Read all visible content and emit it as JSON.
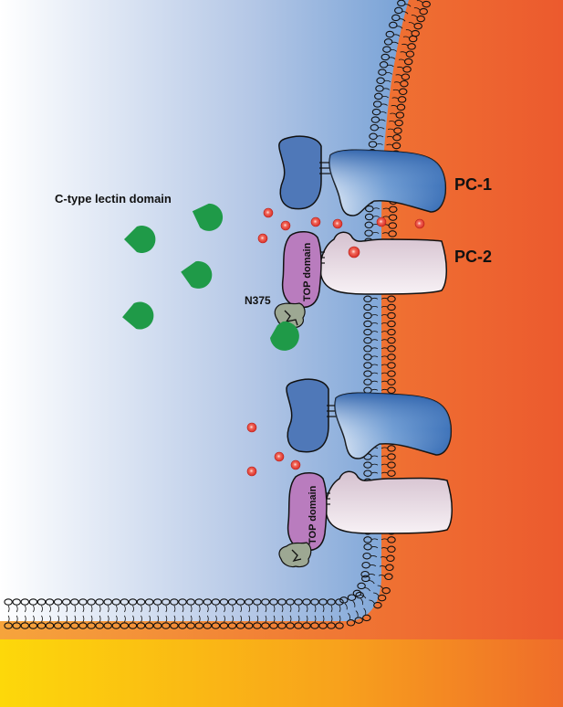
{
  "labels": {
    "lectin": "C-type lectin domain",
    "pc1": "PC-1",
    "pc2": "PC-2",
    "n375": "N375",
    "top_domain_upper": "TOP domain",
    "top_domain_lower": "TOP domain"
  },
  "colors": {
    "extracellular_light": "#ffffff",
    "extracellular_blue": "#3a7cc6",
    "cytoplasm_orange": "#f18a2f",
    "cytoplasm_red": "#ec5a2e",
    "bottom_yellow": "#fcd20a",
    "lectin_green": "#1f9a48",
    "pc1_blue": "#2f6bb5",
    "pc1_small_blue": "#4f78b8",
    "pc2_pink": "#e6d8e0",
    "top_domain_purple": "#b97cbe",
    "glycan_gray": "#9da893",
    "ion_red": "#e8403a"
  },
  "icons": {
    "lectin_shape": "pac-man-like green crescent",
    "ion_shape": "red sphere"
  }
}
